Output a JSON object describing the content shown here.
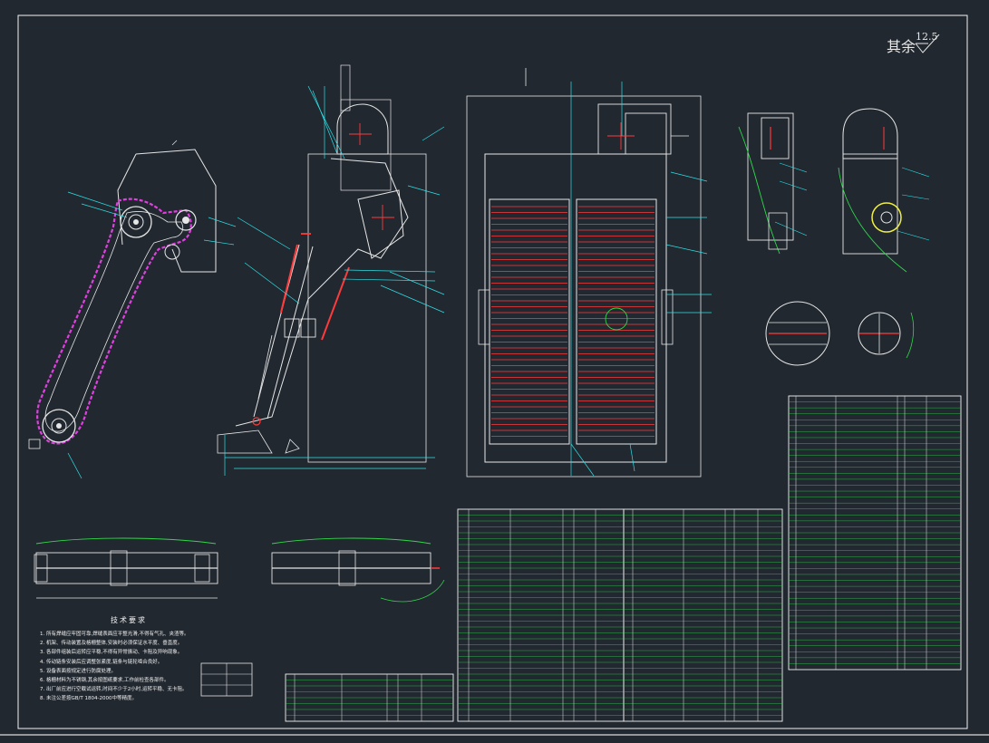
{
  "drawing": {
    "background": "#212830",
    "roughness_label": "其余",
    "roughness_value": "12.5",
    "notes_title": "技术要求",
    "notes_lines": [
      "1. 所有焊缝应牢固可靠,焊缝表面应平整光滑,不得有气孔、夹渣等。",
      "2. 机架、传动装置及格栅整体,安装时必须保证水平度、垂直度。",
      "3. 各部件组装后运转应平稳,不得有异常振动、卡阻及异响现象。",
      "4. 传动链条安装后应调整张紧度,链条与链轮啮合良好。",
      "5. 设备表面按规定进行防腐处理。",
      "6. 格栅材料为不锈钢,其余按图纸要求,工作前检查各部件。",
      "7. 出厂前应进行空载试运转,时间不少于2小时,运转平稳、无卡阻。",
      "8. 未注公差按GB/T 1804-2000中等精度。"
    ],
    "colors": {
      "line": "#e6e6e6",
      "cyan": "#2fe0e6",
      "red": "#ff3a3a",
      "magenta": "#e040e0",
      "green": "#2fd84a",
      "yellow": "#f0f040",
      "frame": "#f2f2f2"
    }
  }
}
